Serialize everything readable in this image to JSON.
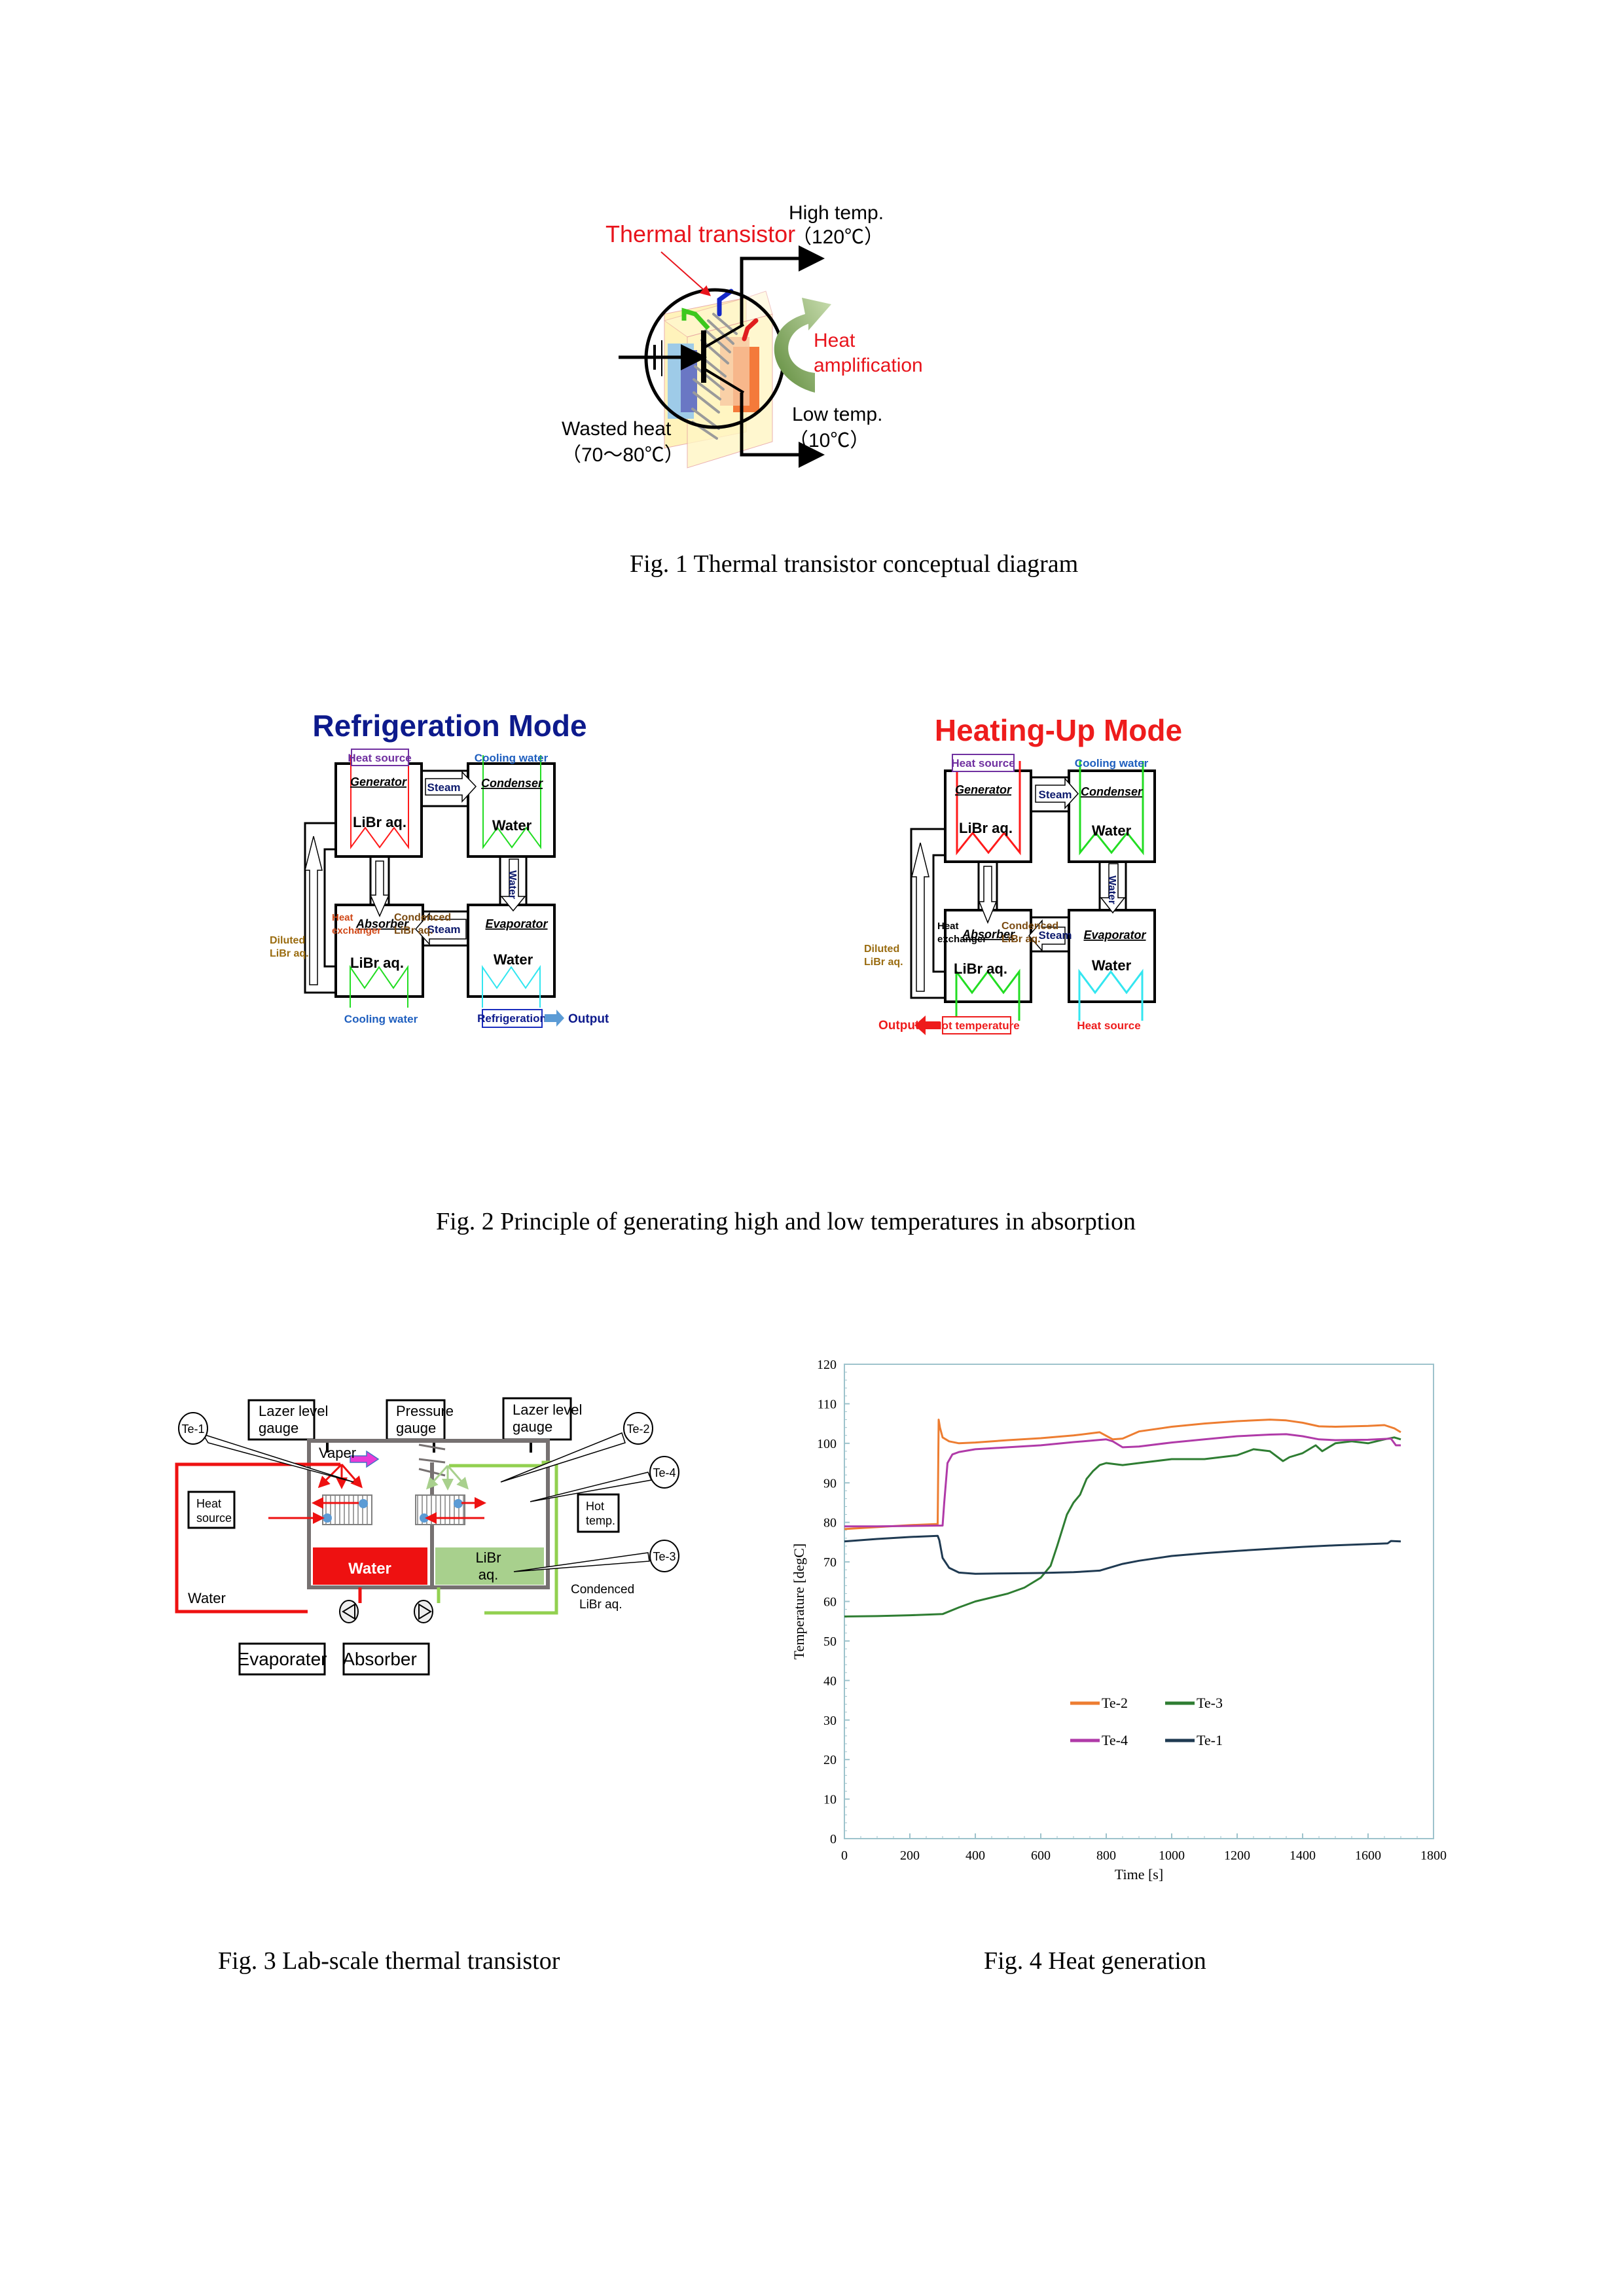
{
  "fig1": {
    "caption": "Fig. 1 Thermal transistor conceptual diagram",
    "title": "Thermal transistor",
    "high_temp": "High temp.",
    "high_temp_value": "（120℃）",
    "low_temp": "Low temp.",
    "low_temp_value": "（10℃）",
    "wasted_heat": "Wasted heat",
    "wasted_heat_value": "（70～80℃）",
    "heat": "Heat",
    "amplification": "amplification"
  },
  "fig2": {
    "caption": "Fig. 2 Principle of generating high and low temperatures in absorption",
    "refrigeration": {
      "title": "Refrigeration Mode",
      "heat_source": "Heat source",
      "cooling_water_top": "Cooling water",
      "generator": "Generator",
      "condenser": "Condenser",
      "absorber": "Absorber",
      "evaporator": "Evaporator",
      "libr": "LiBr aq.",
      "water": "Water",
      "steam": "Steam",
      "water_flow": "Water",
      "heat_exchanger_1": "Heat",
      "heat_exchanger_2": "exchanger",
      "condenced_1": "Condenced",
      "condenced_2": "LiBr aq.",
      "diluted_1": "Diluted",
      "diluted_2": "LiBr aq.",
      "cooling_water_bottom": "Cooling water",
      "refrigeration": "Refrigeration",
      "output": "Output"
    },
    "heating": {
      "title": "Heating-Up Mode",
      "heat_source": "Heat source",
      "cooling_water_top": "Cooling water",
      "generator": "Generator",
      "condenser": "Condenser",
      "absorber": "Absorber",
      "evaporator": "Evaporator",
      "libr": "LiBr aq.",
      "water": "Water",
      "steam": "Steam",
      "water_flow": "Water",
      "heat_exchanger_1": "Heat",
      "heat_exchanger_2": "exchanger",
      "condenced_1": "Condenced",
      "condenced_2": "LiBr aq.",
      "diluted_1": "Diluted",
      "diluted_2": "LiBr aq.",
      "hot_temperature": "Hot temperature",
      "heat_source_bottom": "Heat source",
      "output": "Output"
    }
  },
  "fig3": {
    "caption": "Fig. 3 Lab-scale thermal transistor",
    "lazer_1a": "Lazer level",
    "lazer_1b": "gauge",
    "pressure_a": "Pressure",
    "pressure_b": "gauge",
    "lazer_2a": "Lazer level",
    "lazer_2b": "gauge",
    "te1": "Te-1",
    "te2": "Te-2",
    "te3": "Te-3",
    "te4": "Te-4",
    "vaper": "Vaper",
    "heat_source_a": "Heat",
    "heat_source_b": "source",
    "hot_temp_a": "Hot",
    "hot_temp_b": "temp.",
    "water_tank": "Water",
    "libr_a": "LiBr",
    "libr_b": "aq.",
    "water_line": "Water",
    "condenced_a": "Condenced",
    "condenced_b": "LiBr aq.",
    "evaporater": "Evaporater",
    "absorber": "Absorber"
  },
  "fig4": {
    "caption": "Fig. 4 Heat generation"
  },
  "chart_data": {
    "type": "line",
    "title": "",
    "xlabel": "Time [s]",
    "ylabel": "Temperature [degC]",
    "xlim": [
      0,
      1800
    ],
    "ylim": [
      0,
      120
    ],
    "xticks": [
      0,
      200,
      400,
      600,
      800,
      1000,
      1200,
      1400,
      1600,
      1800
    ],
    "yticks": [
      0,
      10,
      20,
      30,
      40,
      50,
      60,
      70,
      80,
      90,
      100,
      110,
      120
    ],
    "grid": false,
    "legend_position": "lower-center",
    "series": [
      {
        "name": "Te-2",
        "color": "#ed7d31",
        "x": [
          0,
          100,
          200,
          285,
          288,
          292,
          300,
          320,
          350,
          400,
          500,
          600,
          700,
          780,
          820,
          850,
          900,
          1000,
          1100,
          1200,
          1300,
          1350,
          1400,
          1450,
          1500,
          1600,
          1650,
          1680,
          1700
        ],
        "y": [
          78.3,
          78.8,
          79.3,
          79.6,
          106,
          104,
          101.5,
          100.5,
          100,
          100.2,
          100.8,
          101.3,
          102,
          102.8,
          101,
          101.2,
          103,
          104.2,
          105,
          105.6,
          106,
          105.8,
          105.2,
          104.3,
          104.2,
          104.4,
          104.6,
          103.8,
          102.8
        ]
      },
      {
        "name": "Te-3",
        "color": "#2e7d32",
        "x": [
          0,
          100,
          200,
          300,
          350,
          400,
          500,
          550,
          600,
          630,
          650,
          680,
          700,
          720,
          740,
          760,
          780,
          800,
          850,
          900,
          1000,
          1100,
          1200,
          1250,
          1300,
          1340,
          1360,
          1400,
          1440,
          1460,
          1500,
          1550,
          1600,
          1650,
          1680,
          1700
        ],
        "y": [
          56.2,
          56.3,
          56.5,
          56.8,
          58.5,
          60,
          62,
          63.5,
          66,
          69,
          74,
          82,
          85,
          87,
          91,
          93,
          94.5,
          95,
          94.5,
          95,
          96,
          96,
          97,
          98.5,
          98,
          95.5,
          96.5,
          97.5,
          99.5,
          98,
          100,
          100.5,
          100,
          101,
          101.5,
          101
        ]
      },
      {
        "name": "Te-4",
        "color": "#b03aa8",
        "x": [
          0,
          100,
          200,
          300,
          305,
          315,
          330,
          350,
          400,
          500,
          600,
          700,
          800,
          820,
          850,
          900,
          1000,
          1100,
          1200,
          1300,
          1350,
          1400,
          1450,
          1500,
          1600,
          1670,
          1685,
          1700
        ],
        "y": [
          79,
          79,
          79.1,
          79.2,
          85,
          95,
          97.2,
          97.8,
          98.5,
          99,
          99.5,
          100.3,
          101,
          100.5,
          99,
          99.2,
          100.2,
          101,
          101.8,
          102.2,
          102.3,
          101.8,
          101,
          100.8,
          100.9,
          101.2,
          99.5,
          99.5
        ]
      },
      {
        "name": "Te-1",
        "color": "#1f3a52",
        "x": [
          0,
          100,
          200,
          285,
          290,
          300,
          320,
          350,
          400,
          500,
          600,
          700,
          780,
          800,
          850,
          900,
          1000,
          1100,
          1200,
          1300,
          1400,
          1500,
          1600,
          1660,
          1670,
          1700
        ],
        "y": [
          75.2,
          75.8,
          76.3,
          76.6,
          75.5,
          71,
          68.5,
          67.3,
          67,
          67.1,
          67.2,
          67.4,
          67.8,
          68.3,
          69.5,
          70.3,
          71.5,
          72.2,
          72.8,
          73.3,
          73.8,
          74.2,
          74.5,
          74.7,
          75.3,
          75.2
        ]
      }
    ]
  }
}
